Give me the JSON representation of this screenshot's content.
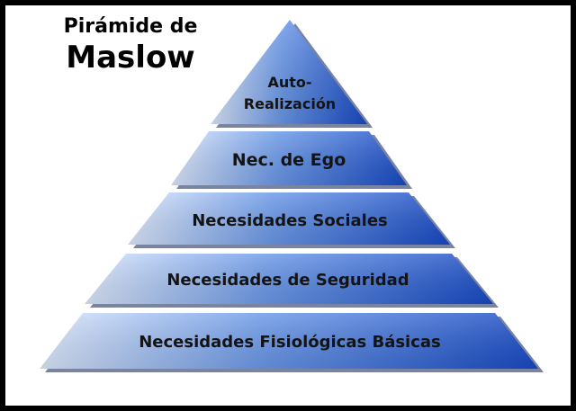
{
  "title": {
    "line1": "Pirámide de",
    "line2": "Maslow"
  },
  "levels": [
    {
      "id": "auto",
      "lines": [
        "Auto-",
        "Realización"
      ]
    },
    {
      "id": "ego",
      "lines": [
        "Nec. de Ego"
      ]
    },
    {
      "id": "social",
      "lines": [
        "Necesidades Sociales"
      ]
    },
    {
      "id": "security",
      "lines": [
        "Necesidades de Seguridad"
      ]
    },
    {
      "id": "physio",
      "lines": [
        "Necesidades Fisiológicas Básicas"
      ]
    }
  ],
  "colors": {
    "light_blue": "#dce8fb",
    "mid_blue": "#6a98e8",
    "dark_blue": "#1749c4",
    "shadow": "#0b1f57"
  }
}
